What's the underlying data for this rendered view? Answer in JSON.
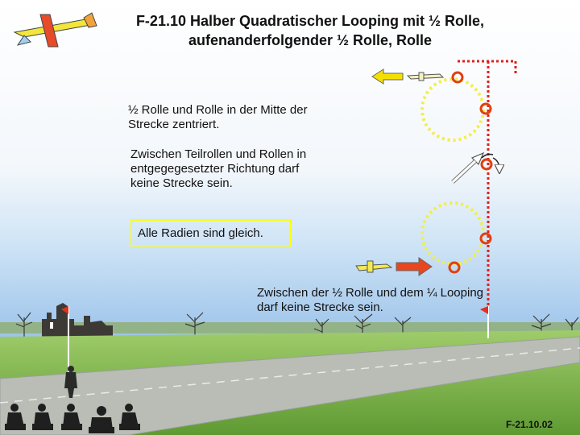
{
  "title": {
    "line1": "F-21.10 Halber Quadratischer Looping mit ½ Rolle,",
    "line2": "aufenanderfolgender ½ Rolle, Rolle"
  },
  "notes": {
    "centered": "½ Rolle und Rolle in der Mitte der Strecke zentriert.",
    "between_rolls": "Zwischen Teilrollen und Rollen in entgegegesetzter Richtung darf keine Strecke sein.",
    "radii": "Alle Radien sind gleich.",
    "between_half_roll_loop": "Zwischen der ½ Rolle und dem ¼ Looping darf keine Strecke sein."
  },
  "figure_code": "F-21.10.02",
  "colors": {
    "sky_top": "#7fb2e6",
    "sky_bottom": "#cfe4f6",
    "grass": "#7db54a",
    "runway": "#b9bdb6",
    "loop_dots": "#f2ef45",
    "flight_line": "#e02020",
    "arrow_entry": "#e8461e",
    "arrow_exit": "#f4e000",
    "marker_ring": "#e04010"
  }
}
